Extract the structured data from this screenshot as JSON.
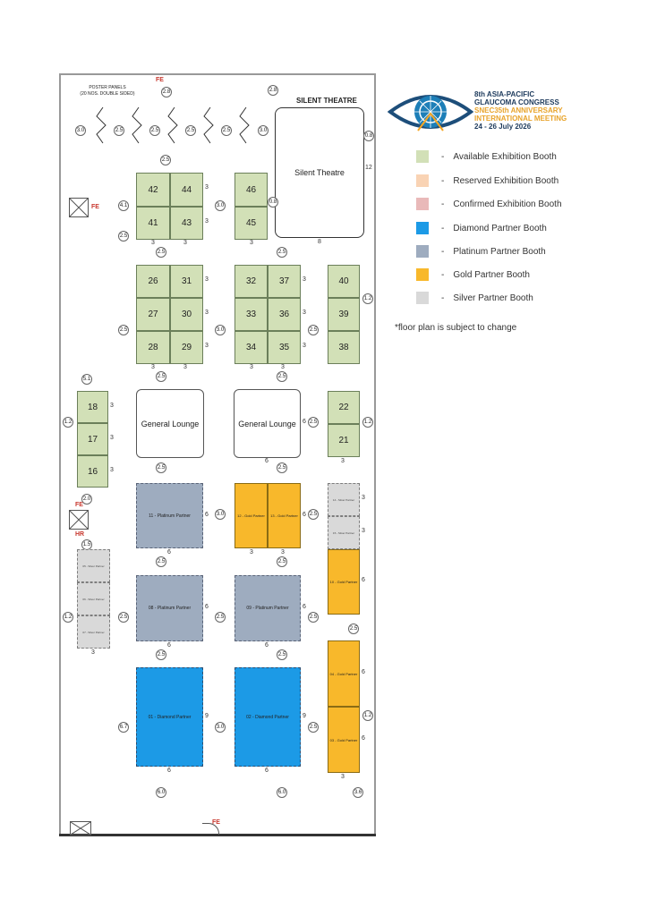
{
  "logo": {
    "line1": "8th ASIA-PACIFIC",
    "line2": "GLAUCOMA CONGRESS",
    "line3": "SNEC35th ANNIVERSARY",
    "line4": "INTERNATIONAL MEETING",
    "line5": "24 - 26 July 2026"
  },
  "legend": [
    {
      "label": "Available Exhibition Booth",
      "color": "#d2e0b7"
    },
    {
      "label": "Reserved Exhibition Booth",
      "color": "#f9d3b4"
    },
    {
      "label": "Confirmed Exhibition Booth",
      "color": "#e9b9b9"
    },
    {
      "label": "Diamond Partner Booth",
      "color": "#1c9ae6"
    },
    {
      "label": "Platinum Partner Booth",
      "color": "#9eacbf"
    },
    {
      "label": "Gold Partner Booth",
      "color": "#f8b82b"
    },
    {
      "label": "Silver Partner Booth",
      "color": "#d9d9d9"
    }
  ],
  "legend_dash": "-",
  "note": "*floor plan is subject to change",
  "labels": {
    "poster_panels": "POSTER PANELS",
    "poster_sub": "(20 NOS. DOUBLE SIDED)",
    "silent_theatre_header": "SILENT THEATRE",
    "silent_theatre": "Silent Theatre",
    "general_lounge": "General Lounge",
    "fe": "FE",
    "hr": "HR"
  },
  "booths": {
    "b42": "42",
    "b44": "44",
    "b41": "41",
    "b43": "43",
    "b46": "46",
    "b45": "45",
    "b26": "26",
    "b31": "31",
    "b27": "27",
    "b30": "30",
    "b28": "28",
    "b29": "29",
    "b32": "32",
    "b37": "37",
    "b33": "33",
    "b36": "36",
    "b34": "34",
    "b35": "35",
    "b40": "40",
    "b39": "39",
    "b38": "38",
    "b18": "18",
    "b17": "17",
    "b16": "16",
    "b22": "22",
    "b21": "21",
    "p11": "11 - Platinum Partner",
    "p08": "08 - Platinum Partner",
    "p09": "09 - Platinum Partner",
    "d01": "01 - Diamond Partner",
    "d02": "02 - Diamond Partner",
    "g12": "12 - Gold Partner",
    "g13": "13 - Gold Partner",
    "g10": "10 - Gold Partner",
    "g04": "04 - Gold Partner",
    "g03": "03 - Gold Partner",
    "s14": "14 - Silver Partner",
    "s15": "15 - Silver Partner",
    "s05": "05 - Silver Partner",
    "s06": "06 - Silver Partner",
    "s07": "07 - Silver Partner"
  },
  "dims": {
    "d3": "3",
    "d6": "6",
    "d8": "8",
    "d9": "9",
    "d12": "12",
    "c25": "2.5",
    "c30": "3.0",
    "c28": "2.8",
    "c41": "4.1",
    "c12": "1.2",
    "c51": "5.1",
    "c15": "1.5",
    "c67": "6.7",
    "c60": "6.0",
    "c36": "3.6",
    "c08": "0.8",
    "c20": "2.0"
  }
}
